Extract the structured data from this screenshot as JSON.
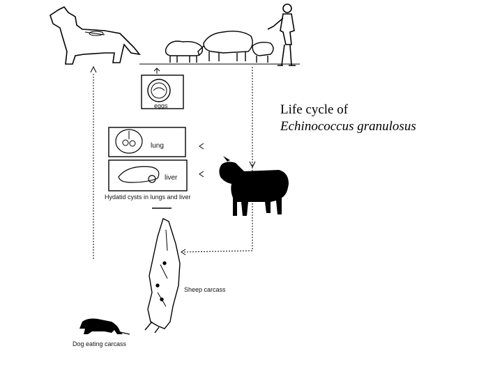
{
  "title": {
    "line1": "Life cycle of",
    "line2": "Echinococcus granulosus"
  },
  "labels": {
    "eggs": "eggs",
    "lung": "lung",
    "liver": "liver",
    "hydatid_caption": "Hydatid cysts in lungs and liver",
    "sheep_carcass": "Sheep carcass",
    "dog_eating": "Dog eating carcass"
  },
  "icons": {
    "dog": "dog-icon",
    "grazing_sheep": "sheep-flock-icon",
    "human": "human-icon",
    "black_sheep": "sheep-icon",
    "carcass": "carcass-icon",
    "small_dog": "dog-eating-icon",
    "egg": "egg-icon"
  }
}
